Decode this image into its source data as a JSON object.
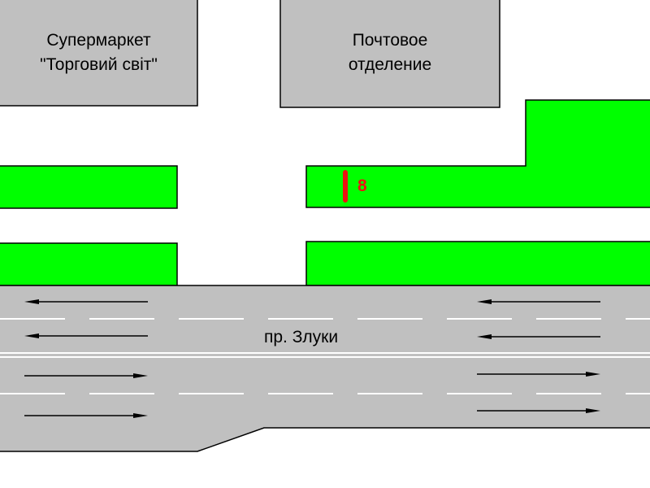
{
  "colors": {
    "background": "#ffffff",
    "building": "#c0c0c0",
    "green": "#00ff00",
    "road": "#c0c0c0",
    "marking": "#ffffff",
    "arrow": "#000000",
    "marker": "#ee1111",
    "outline": "#000000"
  },
  "buildings": {
    "supermarket": "Супермаркет\n\"Торговий світ\"",
    "post_office": "Почтовое\nотделение"
  },
  "road": {
    "name": "пр. Злуки"
  },
  "marker": {
    "number": "8",
    "icon": "red-post-marker-icon"
  }
}
